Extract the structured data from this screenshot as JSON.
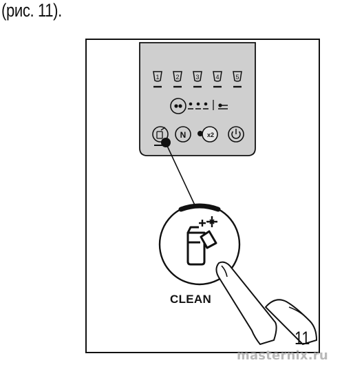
{
  "caption": "(рис. 11).",
  "panel": {
    "cup_numbers": [
      "1",
      "2",
      "3",
      "4",
      "5"
    ],
    "buttons": {
      "clean": "clean-icon",
      "menu": "N",
      "x2": "x2",
      "power": "power-icon"
    }
  },
  "callout": {
    "label": "CLEAN"
  },
  "figure_number": "11",
  "watermark": "masternix.ru",
  "colors": {
    "panel": "#cfcfcf",
    "ink": "#111111",
    "watermark": "#b9b9b9"
  }
}
